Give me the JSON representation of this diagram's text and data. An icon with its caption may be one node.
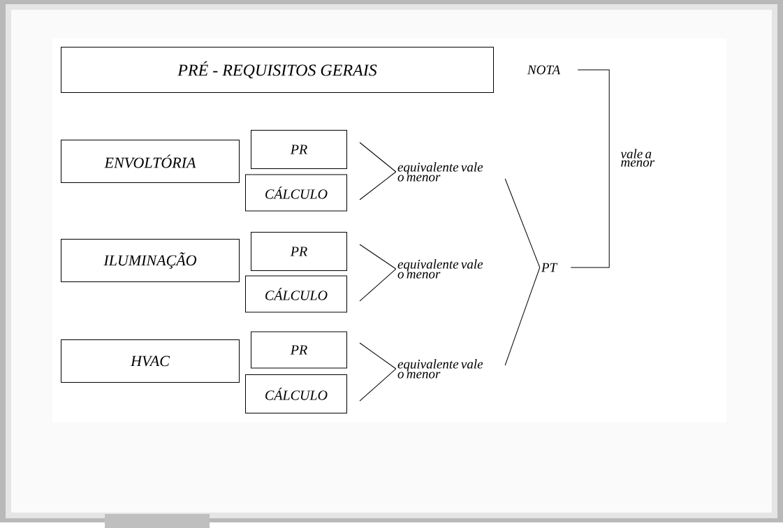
{
  "diagram": {
    "nodes": [
      {
        "text": [
          "PRÉ - REQUISITOS GERAIS"
        ]
      },
      {
        "text": [
          "ENVOLTÓRIA"
        ]
      },
      {
        "text": [
          "PR"
        ]
      },
      {
        "text": [
          "CÁLCULO"
        ]
      },
      {
        "text": [
          "ILUMINAÇÃO"
        ]
      },
      {
        "text": [
          "PR"
        ]
      },
      {
        "text": [
          "CÁLCULO"
        ]
      },
      {
        "text": [
          "HVAC"
        ]
      },
      {
        "text": [
          "PR"
        ]
      },
      {
        "text": [
          "CÁLCULO"
        ]
      },
      {
        "text": [
          "equivalente vale o menor"
        ]
      },
      {
        "text": [
          "equivalente vale o menor"
        ]
      },
      {
        "text": [
          "equivalente vale o menor"
        ]
      },
      {
        "text": [
          "PT"
        ]
      },
      {
        "text": [
          "NOTA"
        ]
      }
    ],
    "edges": [
      {
        "from": 2,
        "to": 10,
        "arrow": "none"
      },
      {
        "from": 3,
        "to": 10,
        "arrow": "none"
      },
      {
        "from": 5,
        "to": 11,
        "arrow": "none"
      },
      {
        "from": 6,
        "to": 11,
        "arrow": "none"
      },
      {
        "from": 8,
        "to": 12,
        "arrow": "none"
      },
      {
        "from": 9,
        "to": 12,
        "arrow": "none"
      },
      {
        "from": 10,
        "to": 13,
        "arrow": "none"
      },
      {
        "from": 12,
        "to": 13,
        "arrow": "none"
      },
      {
        "from": 14,
        "to": 13,
        "arrow": "none",
        "label": "vale a menor"
      }
    ]
  }
}
